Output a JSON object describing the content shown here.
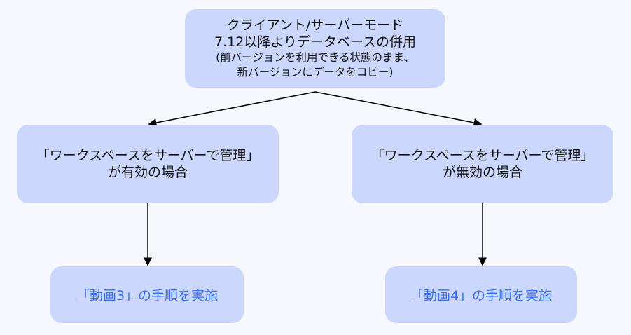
{
  "top": {
    "line1": "クライアント/サーバーモード",
    "line2": "7.12以降よりデータベースの併用",
    "line3": "(前バージョンを利用できる状態のまま、",
    "line4": "新バージョンにデータをコピー)"
  },
  "left": {
    "line1": "「ワークスペースをサーバーで管理」",
    "line2": "が有効の場合",
    "action": "「動画3」の手順を実施"
  },
  "right": {
    "line1": "「ワークスペースをサーバーで管理」",
    "line2": "が無効の場合",
    "action": "「動画4」の手順を実施"
  }
}
